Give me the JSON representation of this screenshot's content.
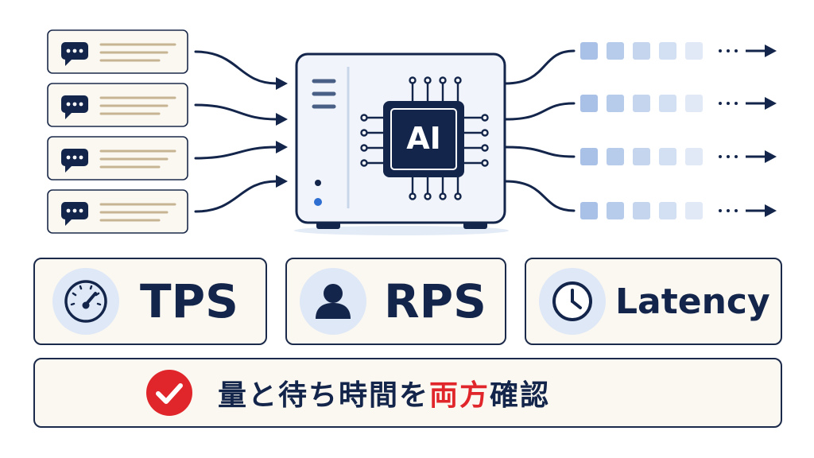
{
  "chip_label": "AI",
  "metrics": [
    {
      "label": "TPS",
      "icon": "speedometer-icon"
    },
    {
      "label": "RPS",
      "icon": "user-icon"
    },
    {
      "label": "Latency",
      "icon": "clock-icon"
    }
  ],
  "conclusion": {
    "prefix": "量と待ち時間を",
    "highlight": "両方",
    "suffix": "確認",
    "icon": "check-circle-icon"
  },
  "colors": {
    "navy": "#13254a",
    "card_bg": "#fbf8f1",
    "token_blue": "#a9c1e6",
    "check_red": "#e0262a",
    "icon_circle": "#dfe8f6"
  }
}
